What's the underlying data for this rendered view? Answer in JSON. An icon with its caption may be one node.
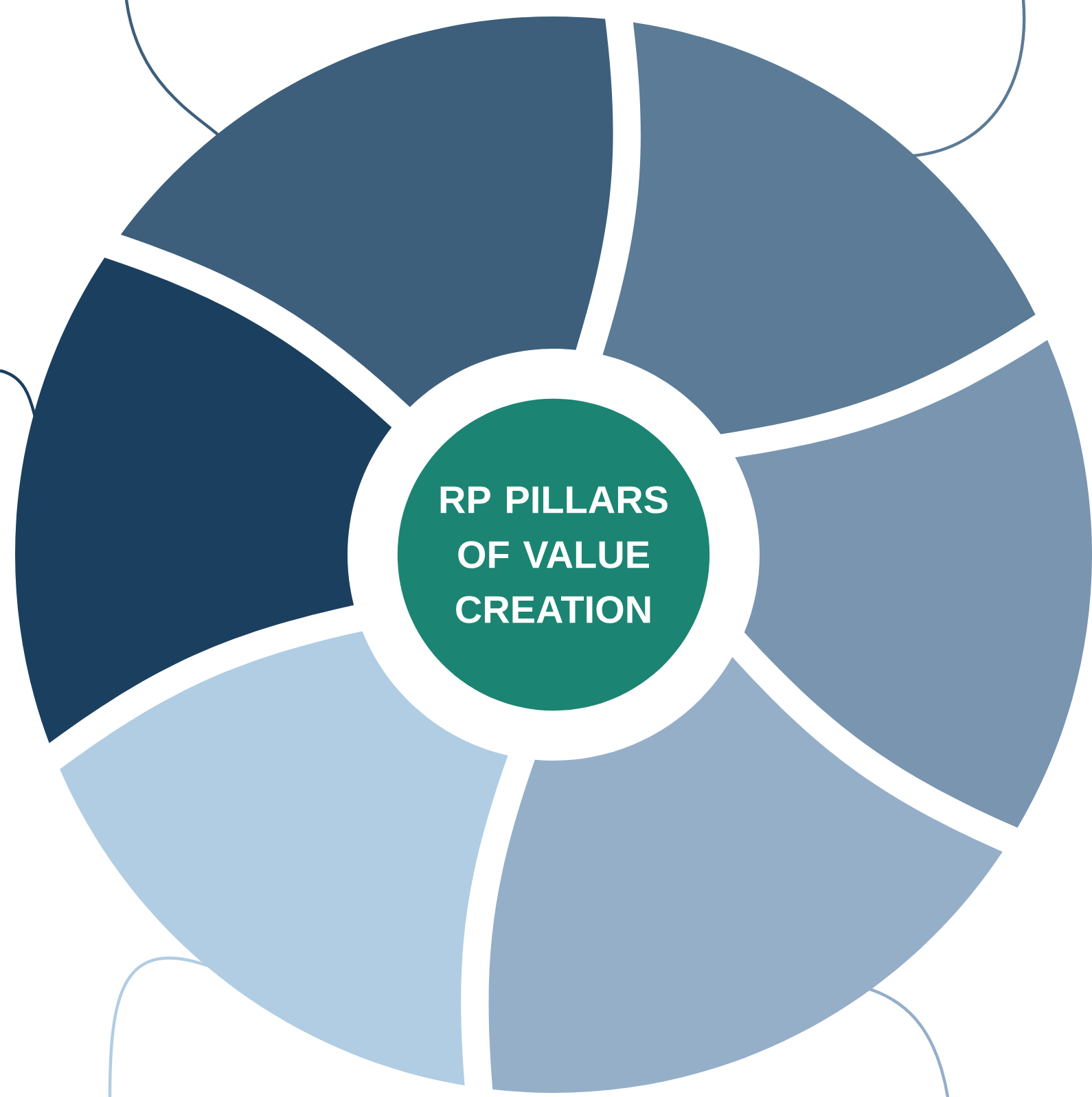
{
  "diagram": {
    "nodes": [
      {
        "text": [
          "RP PILLARS OF VALUE CREATION"
        ]
      },
      {
        "text": [],
        "shape": "sector"
      },
      {
        "text": [],
        "shape": "sector"
      },
      {
        "text": [],
        "shape": "sector"
      },
      {
        "text": [],
        "shape": "sector"
      },
      {
        "text": [],
        "shape": "sector"
      },
      {
        "text": [],
        "shape": "sector"
      }
    ],
    "edges": [
      {
        "from": null,
        "to": 1,
        "arrow": "none",
        "color": "#3d5f7c"
      },
      {
        "from": null,
        "to": 2,
        "arrow": "none",
        "color": "#5b7b96"
      },
      {
        "from": null,
        "to": 6,
        "arrow": "none",
        "color": "#1b3f5f"
      },
      {
        "from": null,
        "to": 5,
        "arrow": "none",
        "color": "#b0cde3"
      },
      {
        "from": null,
        "to": 4,
        "arrow": "none",
        "color": "#95afc9"
      }
    ]
  }
}
